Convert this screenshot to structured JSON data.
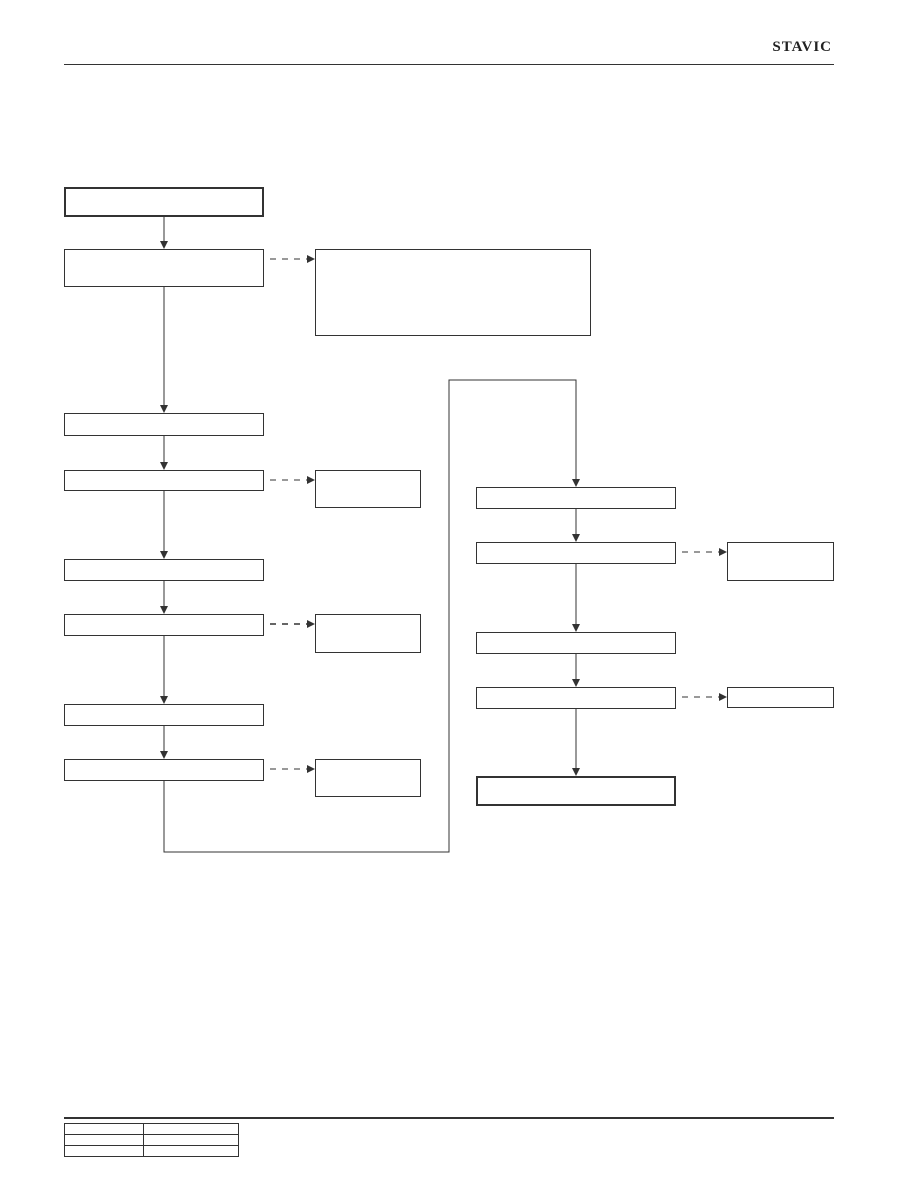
{
  "header": {
    "brand": "STAVIC"
  },
  "flowchart": {
    "steps": [
      {
        "id": "start",
        "label": ""
      },
      {
        "id": "step-1",
        "label": ""
      },
      {
        "id": "step-2",
        "label": ""
      },
      {
        "id": "step-3",
        "label": ""
      },
      {
        "id": "step-4",
        "label": ""
      },
      {
        "id": "step-5",
        "label": ""
      },
      {
        "id": "step-6",
        "label": ""
      },
      {
        "id": "step-7",
        "label": ""
      },
      {
        "id": "step-8",
        "label": ""
      },
      {
        "id": "step-9",
        "label": ""
      },
      {
        "id": "step-10",
        "label": ""
      },
      {
        "id": "step-11",
        "label": ""
      },
      {
        "id": "end",
        "label": ""
      }
    ],
    "results": [
      {
        "id": "result-1",
        "label": ""
      },
      {
        "id": "result-2",
        "label": ""
      },
      {
        "id": "result-3",
        "label": ""
      },
      {
        "id": "result-4",
        "label": ""
      },
      {
        "id": "result-5",
        "label": ""
      },
      {
        "id": "result-6",
        "label": ""
      }
    ]
  },
  "footer": {
    "rows": [
      [
        "",
        ""
      ],
      [
        "",
        ""
      ],
      [
        "",
        ""
      ]
    ]
  }
}
